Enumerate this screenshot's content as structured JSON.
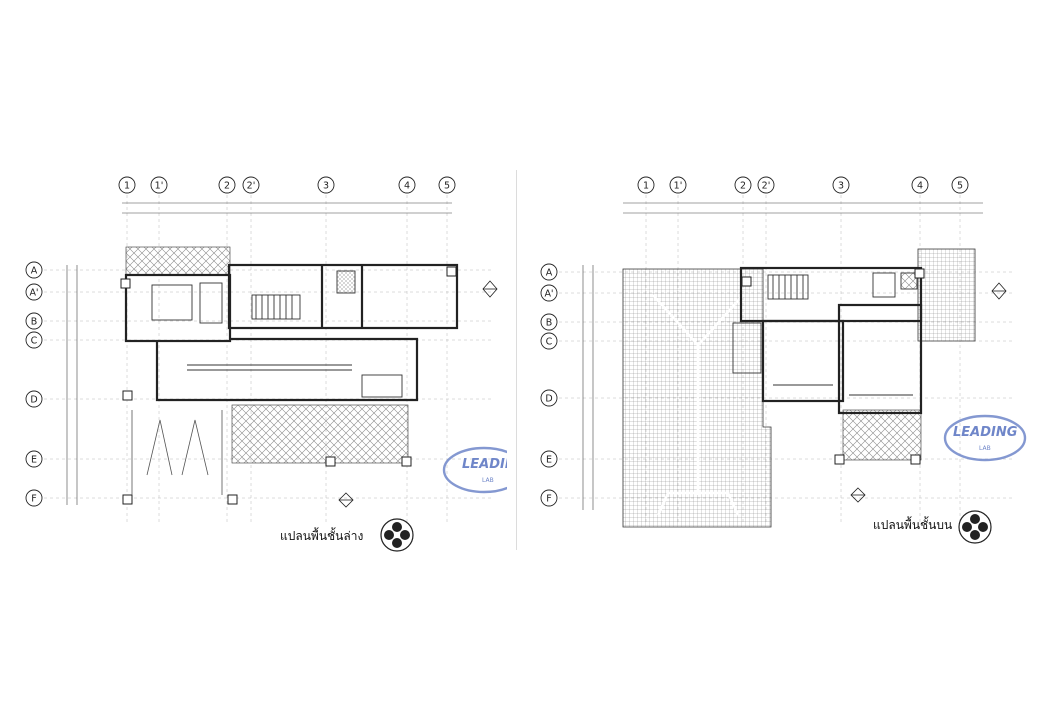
{
  "drawings": [
    {
      "id": "ground-floor",
      "title": "แปลนพื้นชั้นล่าง",
      "column_grid": [
        "1",
        "1'",
        "2",
        "2'",
        "3",
        "4",
        "5"
      ],
      "row_grid": [
        "A",
        "A'",
        "B",
        "C",
        "D",
        "E",
        "F"
      ],
      "stamp": {
        "text": "LEADING",
        "sub": "LAB"
      }
    },
    {
      "id": "upper-floor",
      "title": "แปลนพื้นชั้นบน",
      "column_grid": [
        "1",
        "1'",
        "2",
        "2'",
        "3",
        "4",
        "5"
      ],
      "row_grid": [
        "A",
        "A'",
        "B",
        "C",
        "D",
        "E",
        "F"
      ],
      "stamp": {
        "text": "LEADING",
        "sub": "LAB"
      }
    }
  ],
  "colors": {
    "line": "#222222",
    "hatch": "#8a8a8a",
    "stamp": "#6f86c9"
  }
}
